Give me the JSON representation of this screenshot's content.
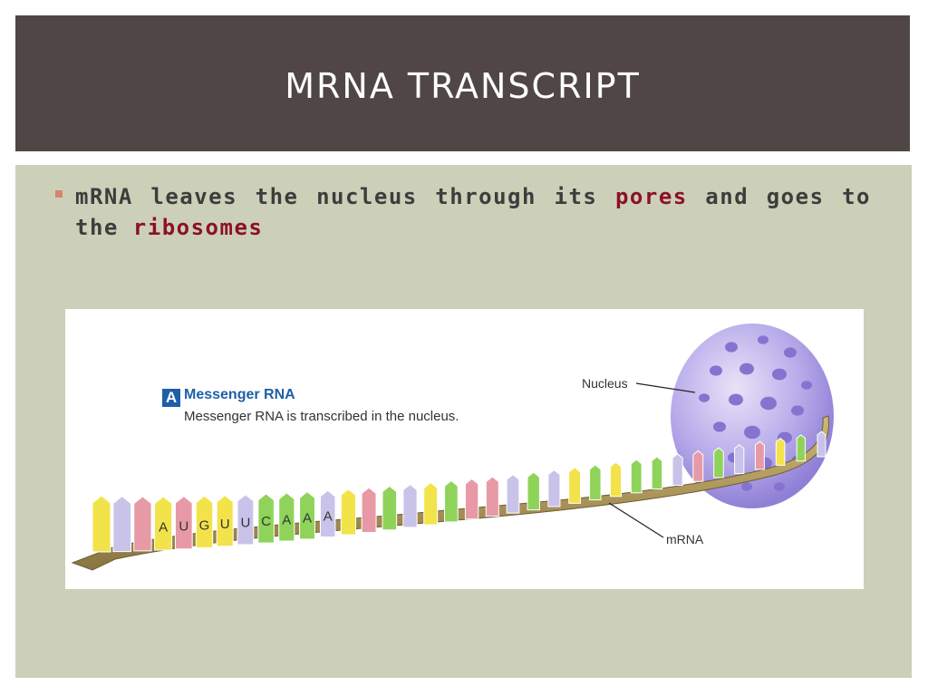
{
  "slide": {
    "title": "MRNA TRANSCRIPT",
    "colors": {
      "title_bar": "#504646",
      "panel": "#cdd0b8",
      "highlight": "#8a1228",
      "bullet": "#d7836f"
    },
    "bullet": {
      "part1": "mRNA leaves the nucleus through its ",
      "highlight1": "pores",
      "part2": " and goes to the ",
      "highlight2": "ribosomes"
    }
  },
  "figure": {
    "panel_letter": "A",
    "heading": "Messenger RNA",
    "caption": "Messenger RNA is transcribed in the nucleus.",
    "nucleus_label": "Nucleus",
    "mrna_label": "mRNA",
    "bases": [
      "A",
      "U",
      "G",
      "U",
      "U",
      "C",
      "A",
      "A",
      "A"
    ],
    "base_colors": {
      "yellow": "#f2e34a",
      "lilac": "#c9c3ea",
      "pink": "#e79aa6",
      "green": "#8fd35a"
    }
  }
}
